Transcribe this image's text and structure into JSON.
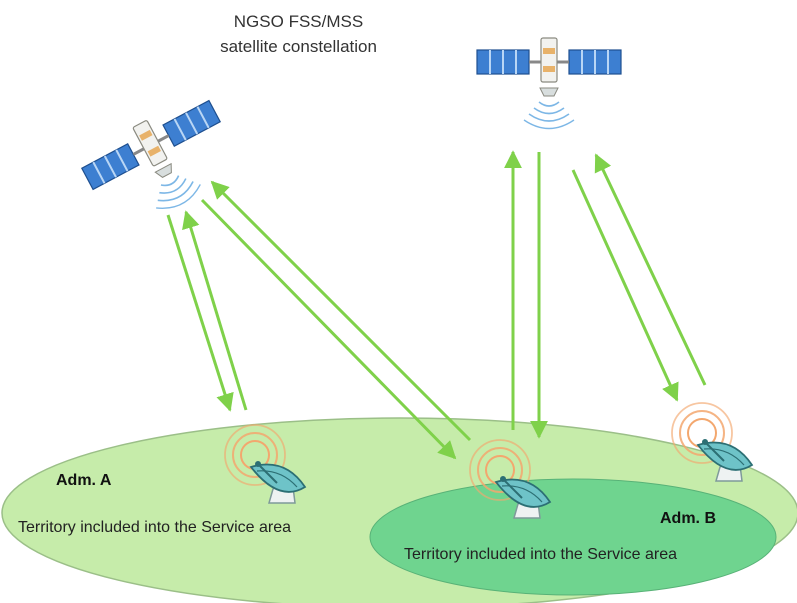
{
  "title_lines": [
    "NGSO FSS/MSS",
    "satellite constellation"
  ],
  "adm_a": {
    "name": "Adm. A",
    "territory_label": "Territory included into the Service area"
  },
  "adm_b": {
    "name": "Adm. B",
    "territory_label": "Territory included into the Service area"
  },
  "colors": {
    "large_area": "#c6ecaa",
    "large_area_stroke": "#9bbf88",
    "inner_area": "#6fd48f",
    "link_arrow": "#7fd14a",
    "satellite_panel": "#3d7fd1",
    "dish": "#6ec3c8",
    "signal_rings": "#f3a76e"
  },
  "icons": [
    "satellite-icon",
    "satellite-dish-icon",
    "signal-waves-icon"
  ]
}
